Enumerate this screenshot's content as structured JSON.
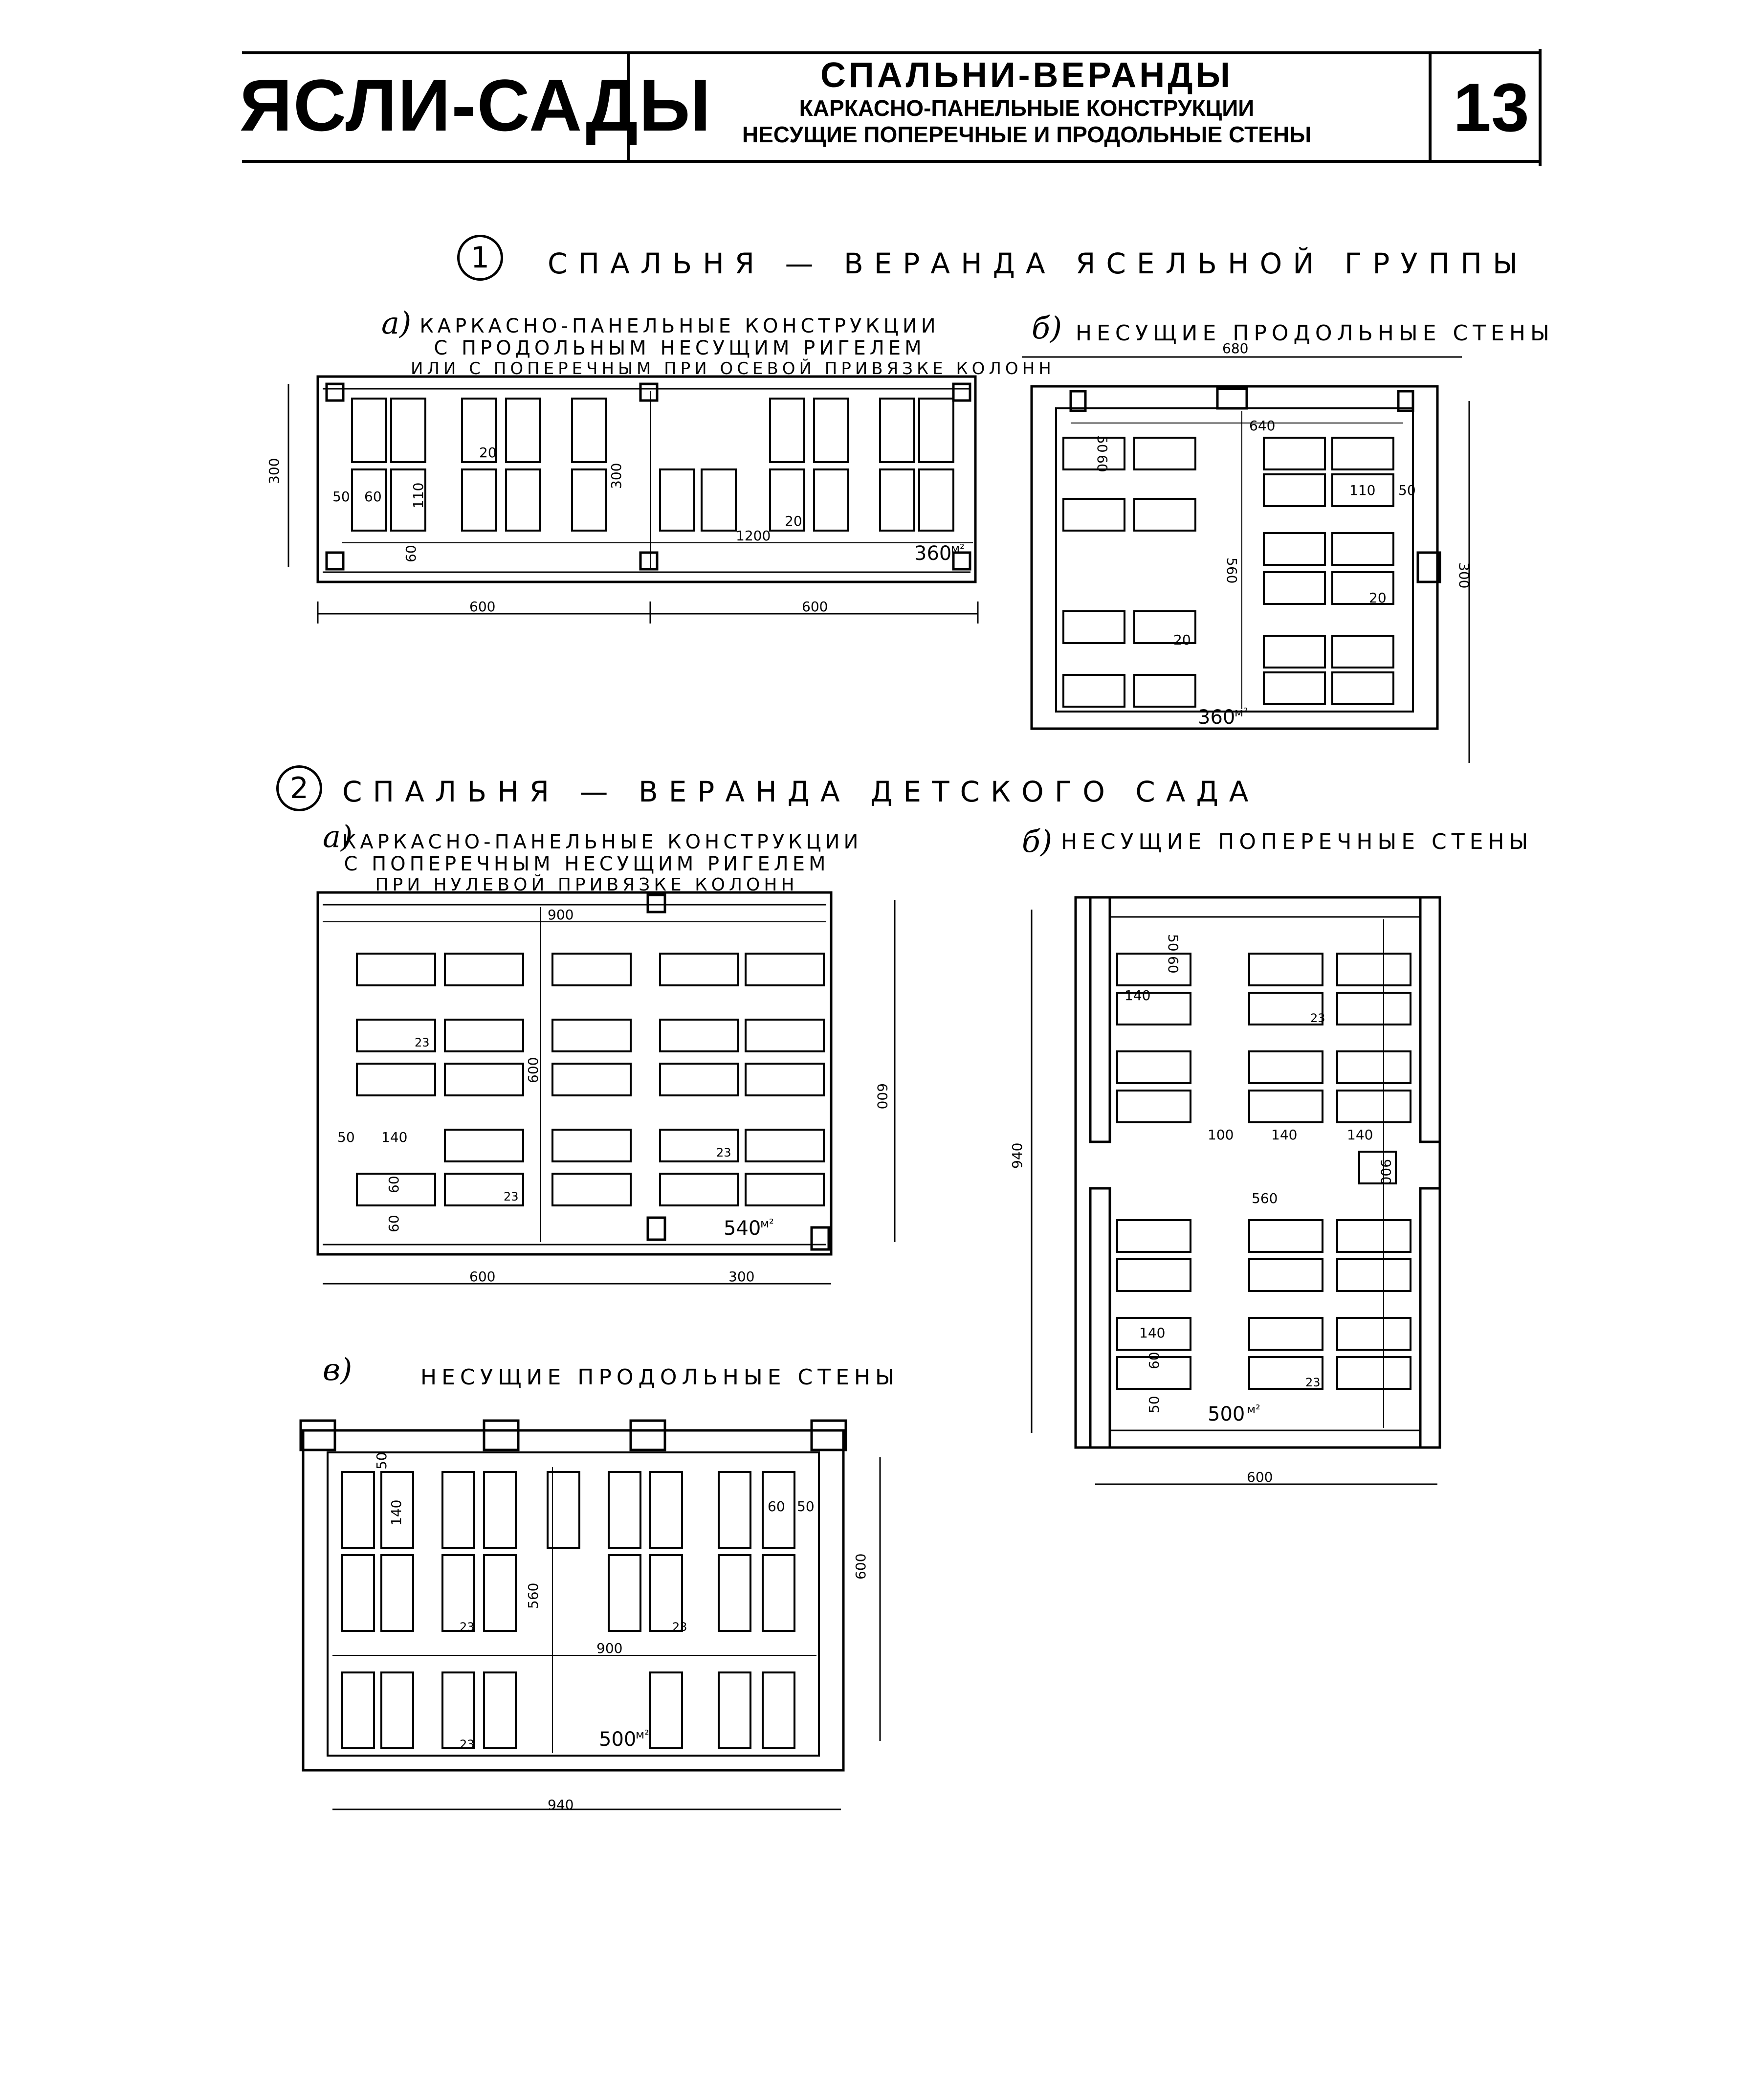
{
  "header": {
    "brand": "ЯСЛИ-САДЫ",
    "title": "СПАЛЬНИ-ВЕРАНДЫ",
    "subtitle1": "КАРКАСНО-ПАНЕЛЬНЫЕ КОНСТРУКЦИИ",
    "subtitle2": "НЕСУЩИЕ ПОПЕРЕЧНЫЕ И ПРОДОЛЬНЫЕ СТЕНЫ",
    "page_number": "13"
  },
  "section1": {
    "number": "1",
    "title": "СПАЛЬНЯ — ВЕРАНДА ЯСЕЛЬНОЙ ГРУППЫ",
    "plan_a": {
      "letter": "а)",
      "caption": [
        "КАРКАСНО-ПАНЕЛЬНЫЕ КОНСТРУКЦИИ",
        "С ПРОДОЛЬНЫМ НЕСУЩИМ РИГЕЛЕМ",
        "ИЛИ С ПОПЕРЕЧНЫМ ПРИ ОСЕВОЙ ПРИВЯЗКЕ КОЛОНН"
      ],
      "dims": {
        "left_height": "300",
        "inner_height": "300",
        "bed_gap": "50",
        "bed_width": "60",
        "bed_length": "110",
        "row_gap": "20",
        "row_gap_2": "20",
        "bottom_gap": "60",
        "inner_width": "1200",
        "bay_1": "600",
        "bay_2": "600"
      },
      "area": "360",
      "area_unit": "м²"
    },
    "plan_b": {
      "letter": "б)",
      "caption": "НЕСУЩИЕ ПРОДОЛЬНЫЕ СТЕНЫ",
      "dims": {
        "outer_width": "680",
        "inner_width": "640",
        "top_gap": "50",
        "bed_width": "60",
        "bed_length": "110",
        "side_gap": "50",
        "inner_height": "560",
        "right_height": "300",
        "row_gap": "20",
        "row_gap_2": "20"
      },
      "area": "360",
      "area_unit": "м²"
    }
  },
  "section2": {
    "number": "2",
    "title": "СПАЛЬНЯ — ВЕРАНДА ДЕТСКОГО САДА",
    "plan_a": {
      "letter": "а)",
      "caption": [
        "КАРКАСНО-ПАНЕЛЬНЫЕ КОНСТРУКЦИИ",
        "С ПОПЕРЕЧНЫМ НЕСУЩИМ РИГЕЛЕМ",
        "ПРИ НУЛЕВОЙ ПРИВЯЗКЕ КОЛОНН"
      ],
      "dims": {
        "inner_width": "900",
        "inner_height": "600",
        "right_height": "600",
        "bed_gap": "50",
        "bed_length": "140",
        "bed_width": "60",
        "bottom_gap": "60",
        "row_gap": "23",
        "row_gap_2": "23",
        "row_gap_3": "23",
        "bay_1": "600",
        "bay_2": "300"
      },
      "area": "540",
      "area_unit": "м²"
    },
    "plan_b": {
      "letter": "б)",
      "caption": "НЕСУЩИЕ ПОПЕРЕЧНЫЕ СТЕНЫ",
      "dims": {
        "top_gap": "50",
        "bed_width": "60",
        "bed_length": "140",
        "row_gap": "23",
        "aisle": "100",
        "bed_length_2": "140",
        "bed_length_3": "140",
        "door": "900",
        "inner_width": "560",
        "left_height": "940",
        "bed_length_4": "140",
        "bed_width_2": "60",
        "bottom_gap": "50",
        "row_gap_2": "23",
        "bottom_width": "600"
      },
      "area": "500",
      "area_unit": "м²"
    },
    "plan_c": {
      "letter": "в)",
      "caption": "НЕСУЩИЕ ПРОДОЛЬНЫЕ СТЕНЫ",
      "dims": {
        "top_gap": "50",
        "bed_length": "140",
        "bed_width": "60",
        "side_gap": "50",
        "inner_height": "560",
        "inner_width": "900",
        "right_height": "600",
        "row_gap": "23",
        "row_gap_2": "23",
        "row_gap_3": "23",
        "bottom_width": "940"
      },
      "area": "500",
      "area_unit": "м²"
    }
  }
}
